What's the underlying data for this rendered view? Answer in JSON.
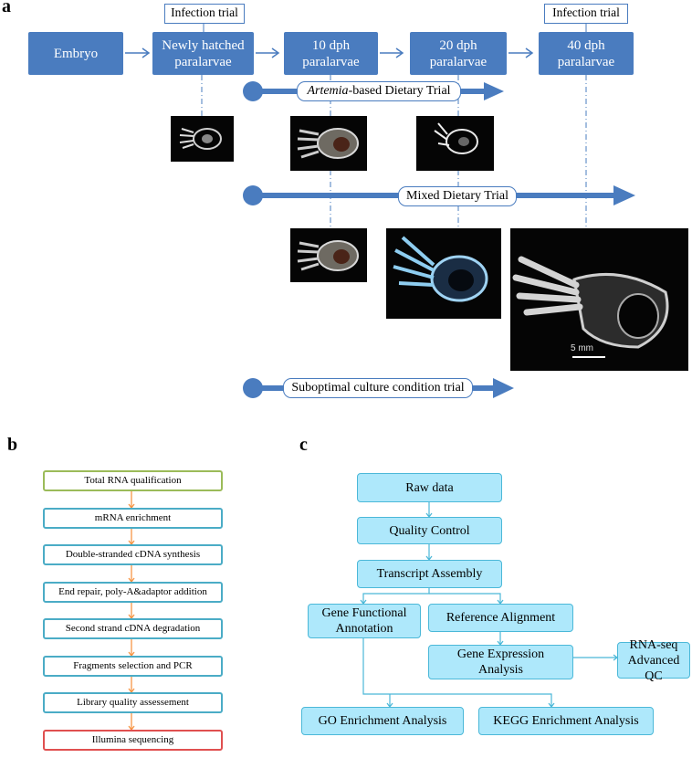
{
  "panel_a": {
    "label": "a",
    "stages": [
      "Embryo",
      "Newly hatched paralarvae",
      "10 dph paralarvae",
      "20 dph paralarvae",
      "40 dph paralarvae"
    ],
    "infection_trial_label": "Infection trial",
    "trials": {
      "artemia_italic": "Artemia",
      "artemia_rest": "-based Dietary Trial",
      "mixed": "Mixed Dietary Trial",
      "suboptimal": "Suboptimal culture condition trial"
    },
    "scale_bar_label": "5 mm"
  },
  "panel_b": {
    "label": "b",
    "steps": [
      "Total RNA qualification",
      "mRNA enrichment",
      "Double-stranded cDNA synthesis",
      "End repair, poly-A&adaptor addition",
      "Second strand cDNA degradation",
      "Fragments selection and PCR",
      "Library quality assessement",
      "Illumina sequencing"
    ],
    "colors": {
      "first_border": "#9bbb59",
      "middle_border": "#4bacc6",
      "last_border": "#e05050",
      "arrow": "#f79646"
    }
  },
  "panel_c": {
    "label": "c",
    "nodes": {
      "raw": "Raw data",
      "qc": "Quality Control",
      "assembly": "Transcript Assembly",
      "gene_func_1": "Gene Functional",
      "gene_func_2": "Annotation",
      "ref_align": "Reference Alignment",
      "gene_expr_1": "Gene Expression",
      "gene_expr_2": "Analysis",
      "rnaseq_1": "RNA-seq",
      "rnaseq_2": "Advanced QC",
      "go": "GO Enrichment Analysis",
      "kegg": "KEGG Enrichment Analysis"
    }
  },
  "colors": {
    "stage_fill": "#4a7cbf",
    "flow_fill": "#aee8fb",
    "flow_border": "#4bb8d8"
  }
}
